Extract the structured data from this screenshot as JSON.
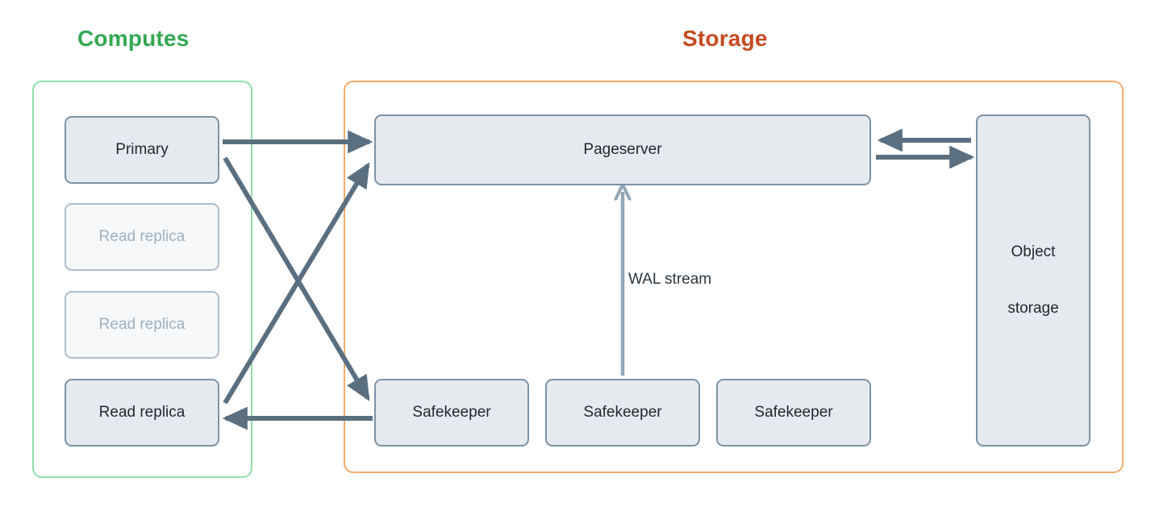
{
  "diagram": {
    "title_computes": "Computes",
    "title_storage": "Storage",
    "colors": {
      "computes_accent": "#34a853",
      "computes_border": "#8fdda8",
      "storage_accent": "#c64a20",
      "storage_border": "#f0ad6b",
      "node_fill_active": "#e6eaef",
      "node_border_active": "#7c93a6",
      "node_fill_dim": "#f6f8f9",
      "node_border_dim": "#afbecd",
      "node_text_active": "#1f2730",
      "node_text_dim": "#9fb0c0",
      "edge_primary": "#5a6f80",
      "edge_secondary": "#92a7b6"
    }
  },
  "computes": {
    "label": "Computes",
    "nodes": [
      {
        "id": "primary",
        "label": "Primary",
        "state": "active"
      },
      {
        "id": "replica-1",
        "label": "Read replica",
        "state": "dim"
      },
      {
        "id": "replica-2",
        "label": "Read replica",
        "state": "dim"
      },
      {
        "id": "replica-3",
        "label": "Read replica",
        "state": "active"
      }
    ]
  },
  "storage": {
    "label": "Storage",
    "pageserver": {
      "label": "Pageserver",
      "state": "active"
    },
    "safekeepers": [
      {
        "id": "safekeeper-1",
        "label": "Safekeeper",
        "state": "active"
      },
      {
        "id": "safekeeper-2",
        "label": "Safekeeper",
        "state": "active"
      },
      {
        "id": "safekeeper-3",
        "label": "Safekeeper",
        "state": "active"
      }
    ],
    "object_storage": {
      "line_1": "Object",
      "line_2": "storage",
      "state": "active"
    }
  },
  "edges": [
    {
      "id": "primary-to-pageserver",
      "from": "primary",
      "to": "pageserver",
      "label": ""
    },
    {
      "id": "primary-to-safekeeper",
      "from": "primary",
      "to": "safekeeper-1",
      "label": ""
    },
    {
      "id": "replica3-to-pageserver",
      "from": "replica-3",
      "to": "pageserver",
      "label": ""
    },
    {
      "id": "safekeeper-to-replica3",
      "from": "safekeeper-1",
      "to": "replica-3",
      "label": ""
    },
    {
      "id": "safekeeper-to-pageserver",
      "from": "safekeeper-2",
      "to": "pageserver",
      "label": "WAL stream"
    },
    {
      "id": "objectstorage-to-pageserver",
      "from": "object-storage",
      "to": "pageserver",
      "label": ""
    },
    {
      "id": "pageserver-to-objectstorage",
      "from": "pageserver",
      "to": "object-storage",
      "label": ""
    }
  ],
  "labels": {
    "wal_stream": "WAL stream"
  }
}
